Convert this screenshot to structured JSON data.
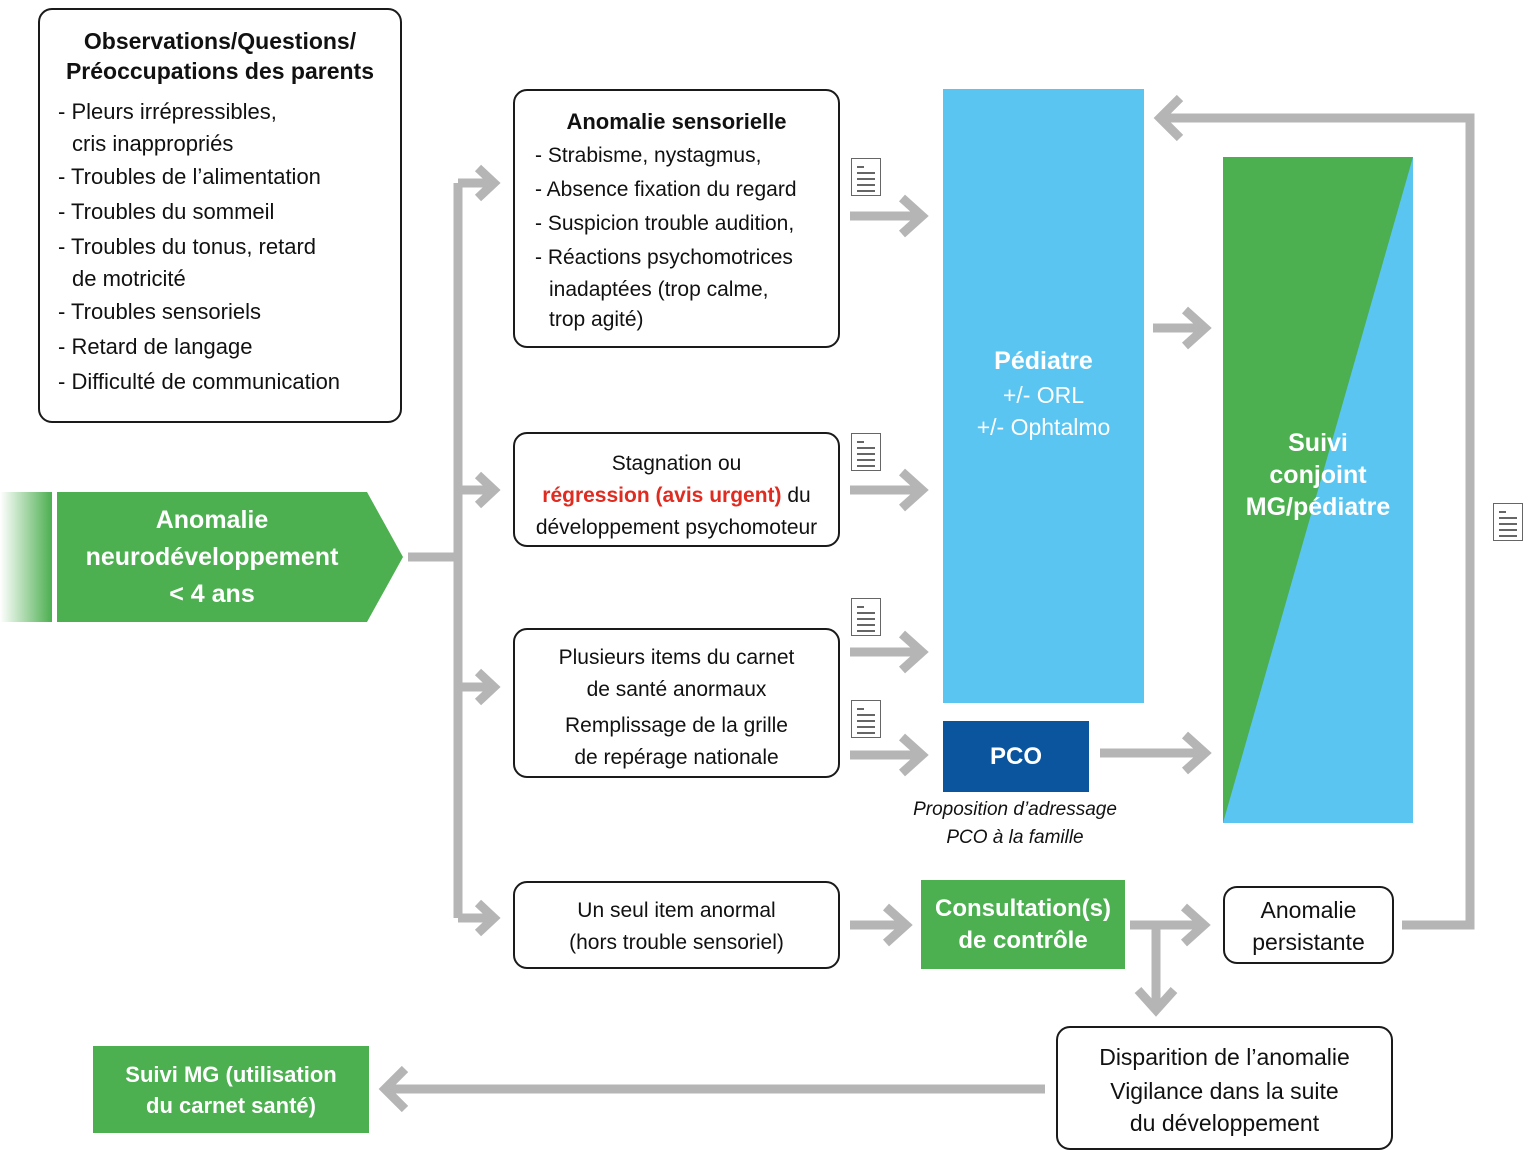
{
  "observations": {
    "title_line1": "Observations/Questions/",
    "title_line2": "Préoccupations des parents",
    "items": [
      "- Pleurs irrépressibles,",
      "  cris inappropriés",
      "- Troubles de l’alimentation",
      "- Troubles du sommeil",
      "- Troubles du tonus, retard",
      "  de motricité",
      "- Troubles sensoriels",
      "- Retard de langage",
      "- Difficulté de communication"
    ]
  },
  "start": {
    "line1": "Anomalie",
    "line2": "neurodéveloppement",
    "line3": "< 4 ans"
  },
  "sensorielle": {
    "title": "Anomalie sensorielle",
    "items": [
      "- Strabisme, nystagmus,",
      "- Absence fixation du regard",
      "- Suspicion trouble audition,",
      "- Réactions psychomotrices",
      "  inadaptées (trop calme,",
      "  trop agité)"
    ]
  },
  "stagnation": {
    "line1": "Stagnation ou",
    "urgent": "régression (avis urgent)",
    "line2_rest": " du",
    "line3": "développement psychomoteur"
  },
  "plusieurs": {
    "line1": "Plusieurs items du carnet",
    "line2": "de santé anormaux",
    "line3": "Remplissage de la grille",
    "line4": "de repérage nationale"
  },
  "seul": {
    "line1": "Un seul item anormal",
    "line2": "(hors trouble sensoriel)"
  },
  "pediatre": {
    "title": "Pédiatre",
    "line2": "+/- ORL",
    "line3": "+/- Ophtalmo"
  },
  "pco": {
    "label": "PCO",
    "caption1": "Proposition d’adressage",
    "caption2": "PCO à la famille"
  },
  "suivi_conjoint": {
    "line1": "Suivi",
    "line2": "conjoint",
    "line3": "MG/pédiatre"
  },
  "consultation": {
    "line1": "Consultation(s)",
    "line2": "de contrôle"
  },
  "persistante": {
    "line1": "Anomalie",
    "line2": "persistante"
  },
  "disparition": {
    "line1": "Disparition de l’anomalie",
    "line2": "Vigilance dans la suite",
    "line3": "du développement"
  },
  "suivi_mg": {
    "line1": "Suivi MG (utilisation",
    "line2": "du carnet santé)"
  },
  "colors": {
    "green": "#4caf50",
    "sky_blue": "#5bc5f2",
    "navy": "#0b559f",
    "urgent_red": "#e02b20",
    "arrow_gray": "#b5b5b5"
  }
}
